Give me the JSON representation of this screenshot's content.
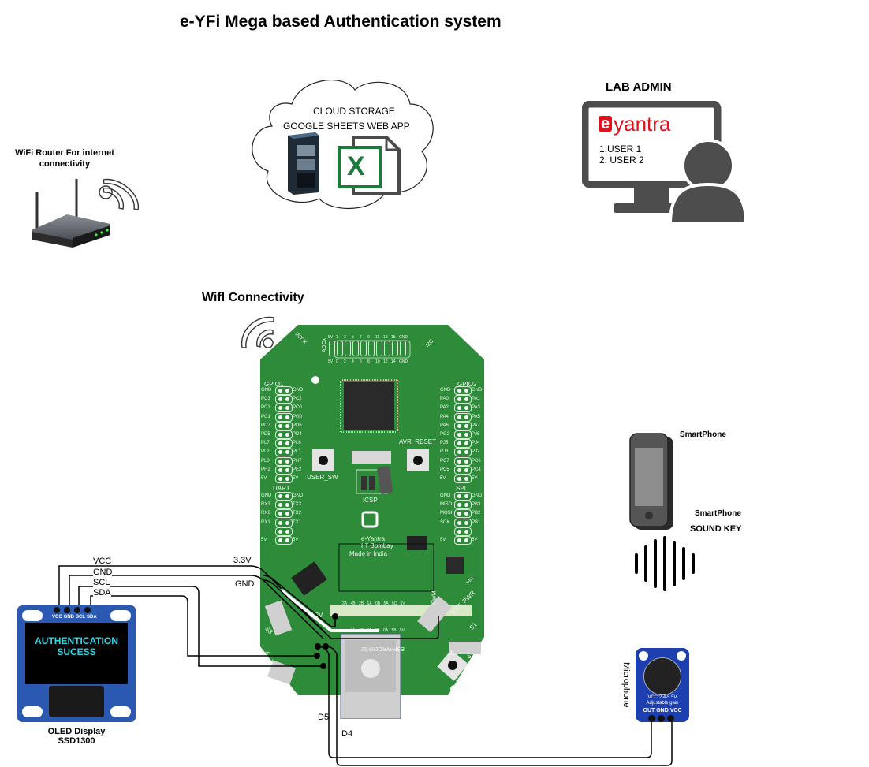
{
  "title": "e-YFi Mega based Authentication system",
  "router": {
    "label_line1": "WiFi Router For internet",
    "label_line2": "connectivity"
  },
  "cloud": {
    "line1": "CLOUD STORAGE",
    "line2": "GOOGLE SHEETS WEB APP",
    "excel_letter": "X"
  },
  "admin": {
    "title": "LAB ADMIN",
    "brand_e": "e",
    "brand_rest": "yantra",
    "users": [
      "1.USER 1",
      "2. USER 2"
    ],
    "brand_color": "#e3101b"
  },
  "wifi_label": "Wifl Connectivity",
  "board": {
    "color": "#2e8b3a",
    "gpio1_label": "GPIO1",
    "gpio2_label": "GPIO2",
    "uart_label": "UART",
    "spi_label": "SPI",
    "i2c_label": "I2C",
    "intx_label": "INT X",
    "adcx_label": "ADCx",
    "adc_top": [
      "5V",
      "1",
      "3",
      "5",
      "7",
      "9",
      "11",
      "13",
      "15",
      "GND"
    ],
    "adc_bottom": [
      "5V",
      "0",
      "2",
      "4",
      "6",
      "8",
      "10",
      "12",
      "14",
      "GND"
    ],
    "gpio1_left": [
      "GND",
      "PC3",
      "PC1",
      "PG1",
      "PD7",
      "PD5",
      "PL7",
      "PL2",
      "PL0",
      "PH2",
      "5V"
    ],
    "gpio1_right": [
      "GND",
      "PC2",
      "PC0",
      "PG0",
      "PD6",
      "PD4",
      "PL6",
      "PL1",
      "PH7",
      "PE2",
      "5V"
    ],
    "gpio2_left": [
      "GND",
      "PA0",
      "PA2",
      "PA4",
      "PA6",
      "PG2",
      "PJ5",
      "PJ3",
      "PC7",
      "PC5",
      "5V"
    ],
    "gpio2_right": [
      "GND",
      "PA1",
      "PA3",
      "PA5",
      "PA7",
      "PJ6",
      "PJ4",
      "PJ2",
      "PC6",
      "PC4",
      "5V"
    ],
    "uart_left": [
      "GND",
      "RX3",
      "RX2",
      "RX1",
      "",
      "5V"
    ],
    "uart_right": [
      "GND",
      "TX3",
      "TX2",
      "TX1",
      "",
      "5V"
    ],
    "spi_left": [
      "GND",
      "MISO",
      "MOSI",
      "SCK",
      "",
      "5V"
    ],
    "spi_right": [
      "GND",
      "PB3",
      "PB2",
      "PB1",
      "",
      "5V"
    ],
    "user_sw": "USER_SW",
    "avr_reset": "AVR_RESET",
    "icsp": "ICSP",
    "logo_line1": "e-Yantra",
    "logo_line2": "IIT Bombay",
    "made_in": "Made in India",
    "pwm_top": [
      "3A",
      "4B",
      "2B",
      "1A",
      "0B",
      "5A",
      "5C",
      "5V"
    ],
    "pwm_bottom": [
      "4A",
      "4C",
      "2A",
      "1B",
      "0A",
      "5B",
      "5V"
    ],
    "pwm_label": "PWM",
    "rail_label": "3.3V",
    "ext_pwr": "EXT_PWR",
    "vin": "VIN",
    "s1": "S1",
    "s2": "S2",
    "s3": "S3",
    "esp_module": "ESP-WROOM-32",
    "esp_reset": "ESP_RESET",
    "tx": "TX",
    "rx": "RX"
  },
  "wires": {
    "vcc": "VCC",
    "gnd": "GND",
    "scl": "SCL",
    "sda": "SDA",
    "v33": "3.3V",
    "gnd_board": "GND",
    "d5": "D5",
    "d4": "D4"
  },
  "oled": {
    "pins": [
      "VCC",
      "GND",
      "SCL",
      "SDA"
    ],
    "screen_line1": "AUTHENTICATION",
    "screen_line2": "SUCESS",
    "label_line1": "OLED Display",
    "label_line2": "SSD1300",
    "text_color": "#2fd6e6"
  },
  "phone": {
    "label": "SmartPhone",
    "sound_line1": "SmartPhone",
    "sound_line2": "SOUND KEY"
  },
  "microphone": {
    "label": "Microphone",
    "spec_line1": "VCC:2.4-5.5V",
    "spec_line2": "Adjustable gain",
    "pins": "OUT GND VCC"
  }
}
